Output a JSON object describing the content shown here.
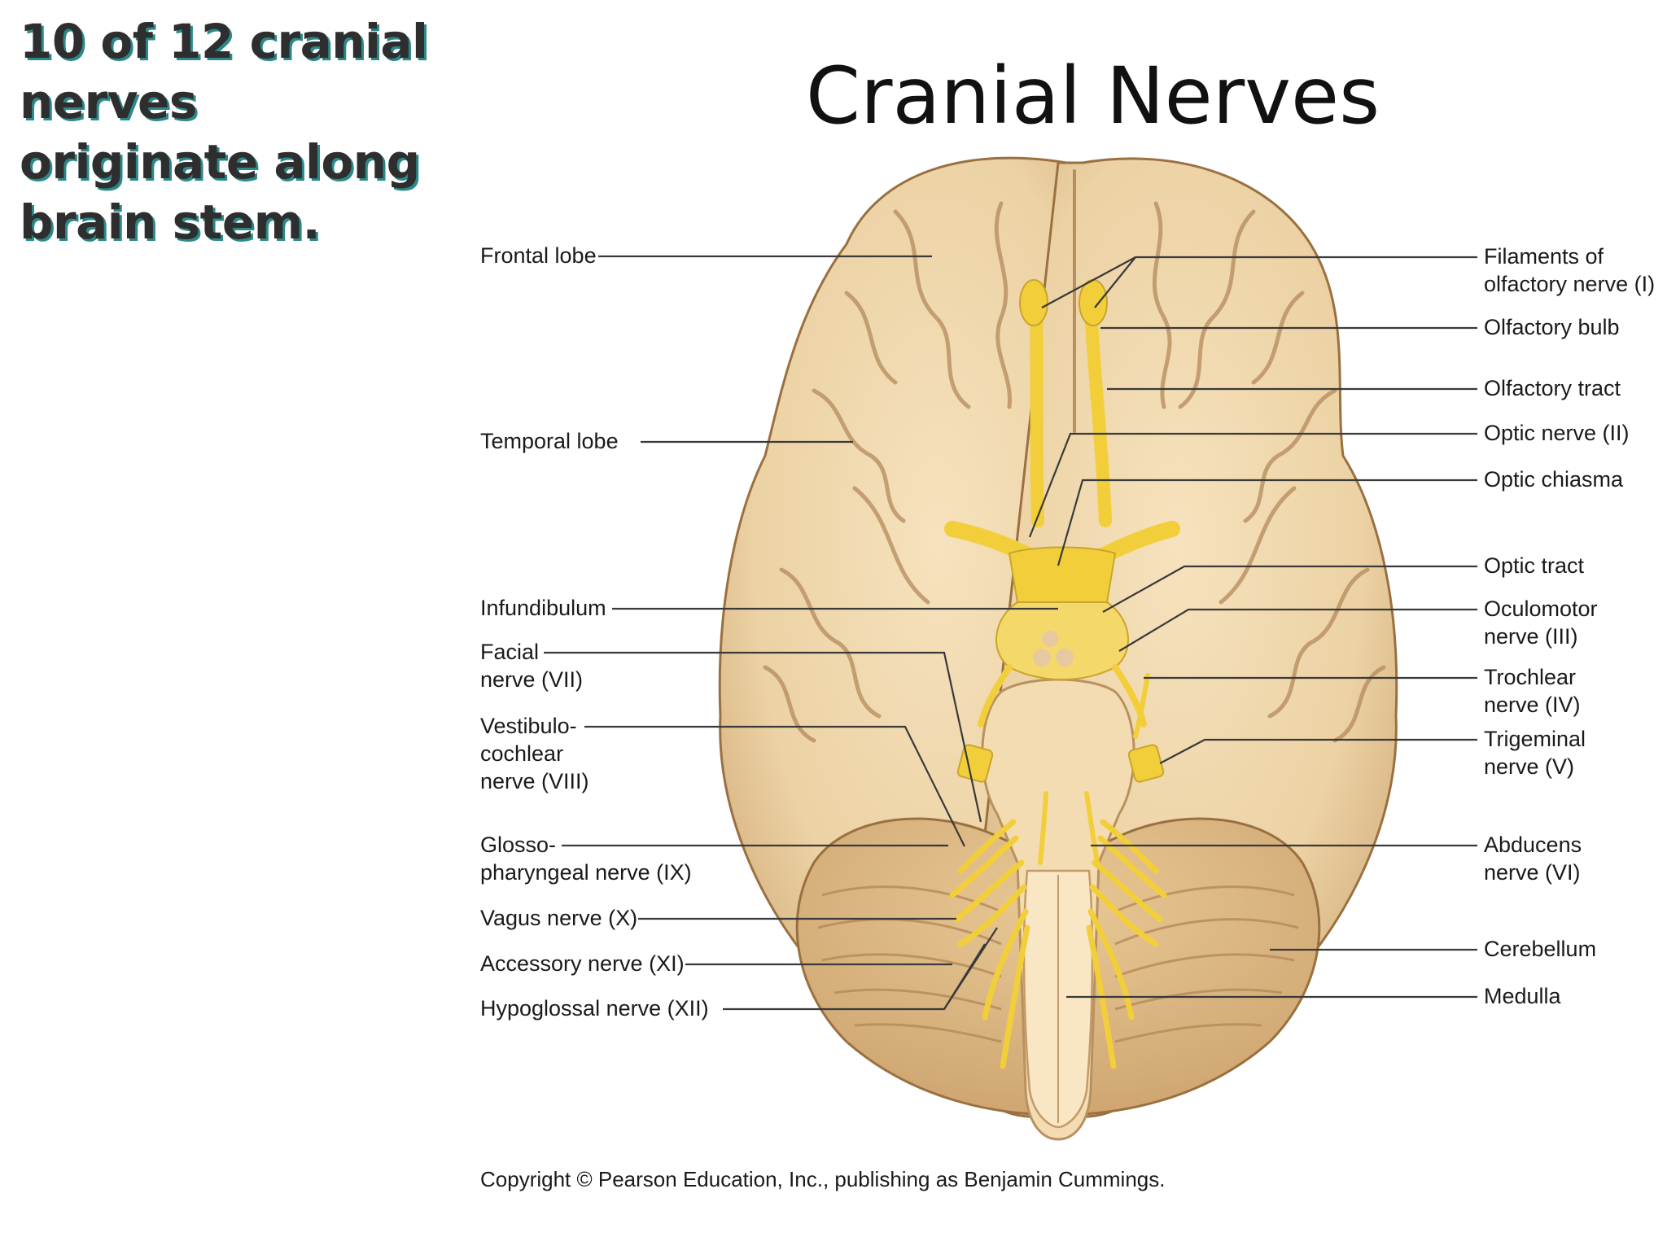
{
  "side_note": {
    "lines": [
      "10 of 12 cranial",
      "nerves",
      "originate along",
      "brain stem."
    ]
  },
  "title": "Cranial Nerves",
  "labels_left": {
    "frontal_lobe": [
      "Frontal lobe"
    ],
    "temporal_lobe": [
      "Temporal lobe"
    ],
    "infundibulum": [
      "Infundibulum"
    ],
    "facial_nerve": [
      "Facial",
      "nerve (VII)"
    ],
    "vestibulocochlear_nerve": [
      "Vestibulo-",
      "cochlear",
      "nerve (VIII)"
    ],
    "glossopharyngeal_nerve": [
      "Glosso-",
      "pharyngeal nerve (IX)"
    ],
    "vagus_nerve": [
      "Vagus nerve (X)"
    ],
    "accessory_nerve": [
      "Accessory nerve (XI)"
    ],
    "hypoglossal_nerve": [
      "Hypoglossal nerve (XII)"
    ]
  },
  "labels_right": {
    "olfactory_filaments": [
      "Filaments of",
      "olfactory nerve (I)"
    ],
    "olfactory_bulb": [
      "Olfactory bulb"
    ],
    "olfactory_tract": [
      "Olfactory tract"
    ],
    "optic_nerve": [
      "Optic nerve (II)"
    ],
    "optic_chiasma": [
      "Optic chiasma"
    ],
    "optic_tract": [
      "Optic tract"
    ],
    "oculomotor_nerve": [
      "Oculomotor",
      "nerve (III)"
    ],
    "trochlear_nerve": [
      "Trochlear",
      "nerve (IV)"
    ],
    "trigeminal_nerve": [
      "Trigeminal",
      "nerve (V)"
    ],
    "abducens_nerve": [
      "Abducens",
      "nerve (VI)"
    ],
    "cerebellum": [
      "Cerebellum"
    ],
    "medulla": [
      "Medulla"
    ]
  },
  "copyright": "Copyright © Pearson Education, Inc., publishing as Benjamin Cummings.",
  "colors": {
    "brain": "#ecd2a4",
    "brain_shadow": "#c9a272",
    "nerve": "#f2cf3a",
    "title_shadow": "#2a8a8a"
  }
}
